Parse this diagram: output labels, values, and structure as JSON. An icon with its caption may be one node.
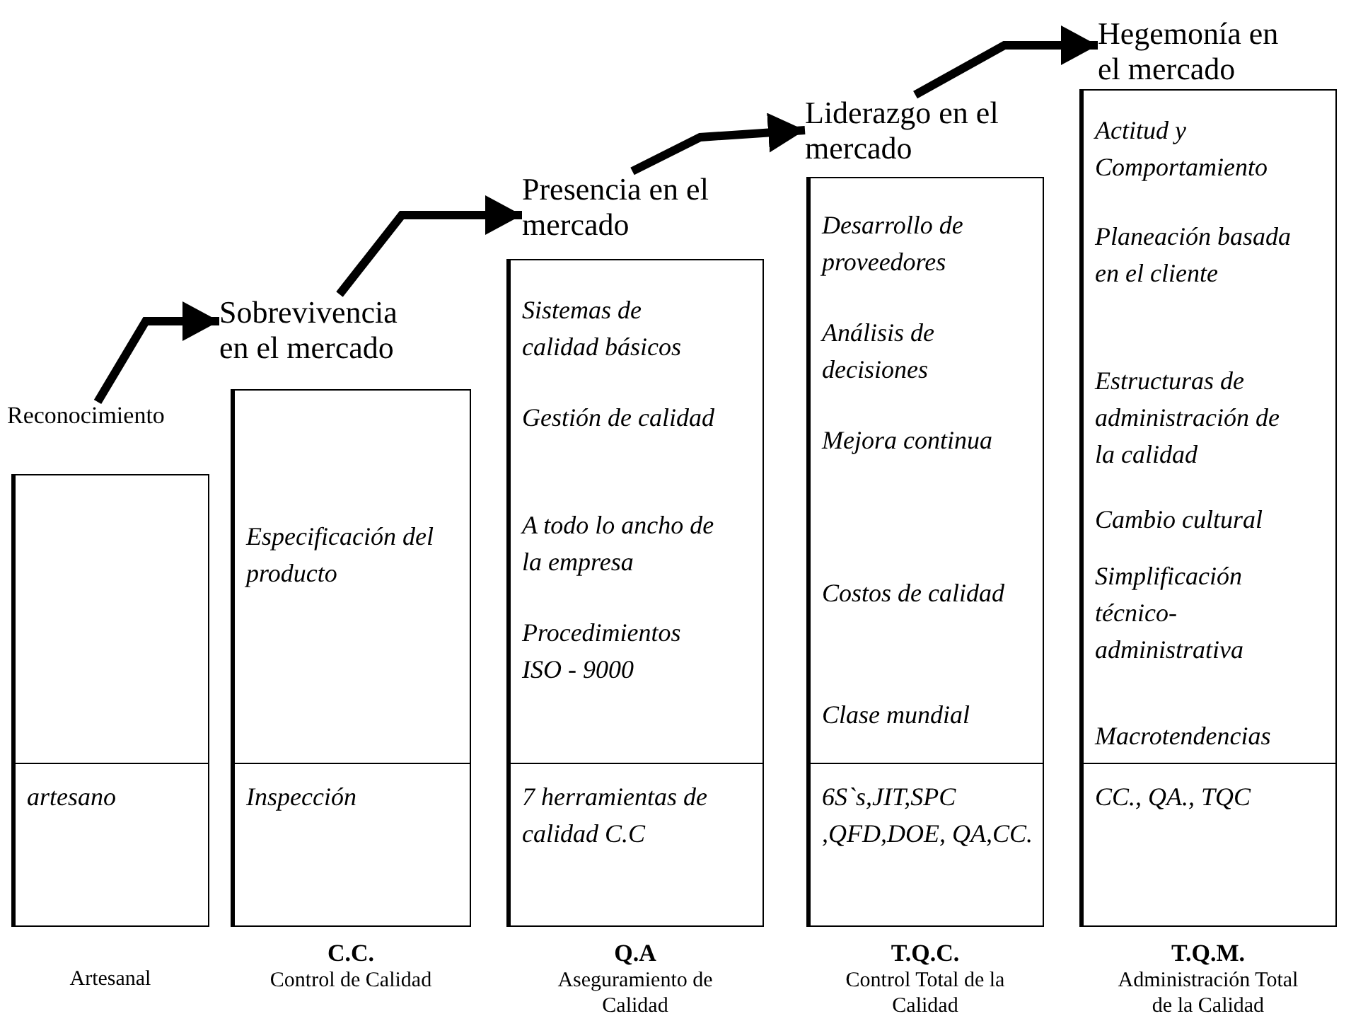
{
  "diagram": {
    "nodes": [
      {
        "text": [
          "Reconocimiento"
        ]
      },
      {
        "text": [],
        "shape": "box",
        "beside": [
          "Artesanal"
        ]
      },
      {
        "text": [
          "artesano"
        ],
        "in": 1
      },
      {
        "text": [
          "Sobrevivencia en el mercado"
        ]
      },
      {
        "text": [
          "Especificación del producto"
        ],
        "beside": [
          "C.C.",
          "Control de Calidad"
        ]
      },
      {
        "text": [
          "Inspección"
        ],
        "in": 4
      },
      {
        "text": [
          "Presencia en el mercado"
        ]
      },
      {
        "text": [
          "Sistemas de calidad básicos",
          "Gestión de calidad",
          "A todo lo ancho de la empresa",
          "Procedimientos ISO - 9000"
        ],
        "beside": [
          "Q.A",
          "Aseguramiento de Calidad"
        ]
      },
      {
        "text": [
          "7 herramientas de calidad C.C"
        ],
        "in": 7
      },
      {
        "text": [
          "Liderazgo en el mercado"
        ]
      },
      {
        "text": [
          "Desarrollo de proveedores",
          "Análisis de decisiones",
          "Mejora continua",
          "Costos de calidad",
          "Clase mundial"
        ],
        "beside": [
          "T.Q.C.",
          "Control Total de la Calidad"
        ]
      },
      {
        "text": [
          "6S`s,JIT,SPC ,QFD,DOE, QA,CC."
        ],
        "in": 10
      },
      {
        "text": [
          "Hegemonía en el mercado"
        ]
      },
      {
        "text": [
          "Actitud y Comportamiento",
          "Planeación basada en el cliente",
          "Estructuras de administración de la calidad",
          "Cambio cultural",
          "Simplificación técnico-administrativa",
          "Macrotendencias"
        ],
        "beside": [
          "T.Q.M.",
          "Administración Total de la Calidad"
        ]
      },
      {
        "text": [
          "CC., QA., TQC"
        ],
        "in": 13
      }
    ],
    "edges": [
      {
        "from": 0,
        "to": 3,
        "arrow": "to"
      },
      {
        "from": 3,
        "to": 6,
        "arrow": "to"
      },
      {
        "from": 6,
        "to": 9,
        "arrow": "to"
      },
      {
        "from": 9,
        "to": 12,
        "arrow": "to"
      }
    ]
  }
}
